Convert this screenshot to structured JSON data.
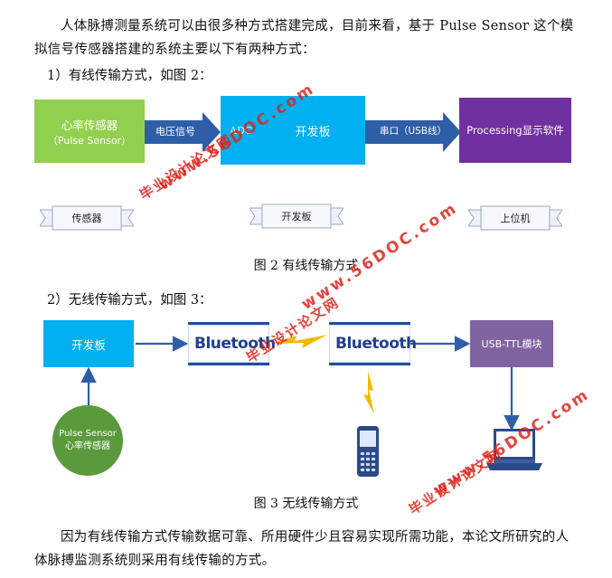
{
  "intro": "人体脉搏测量系统可以由很多种方式搭建完成，目前来看，基于 Pulse Sensor 这个模拟信号传感器搭建的系统主要以下有两种方式：",
  "section1": "1）有线传输方式，如图 2：",
  "fig2": {
    "sensor_line1": "心率传感器",
    "sensor_line2": "（Pulse Sensor）",
    "voltage_label": "电压信号",
    "adc_label": "ADC",
    "board_label": "开发板",
    "serial_label": "串口（USB线）",
    "software_label": "Processing显示软件",
    "scroll_sensor": "传感器",
    "scroll_board": "开发板",
    "scroll_host": "上位机",
    "caption": "图 2 有线传输方式"
  },
  "section2": "2）无线传输方式，如图 3：",
  "fig3": {
    "board_label": "开发板",
    "bluetooth_1": "Bluetooth",
    "bluetooth_2": "Bluetooth",
    "usb_ttl_label": "USB-TTL模块",
    "sensor_line1": "Pulse Sensor",
    "sensor_line2": "心率传感器",
    "caption": "图 3 无线传输方式"
  },
  "conclusion": "因为有线传输方式传输数据可靠、所用硬件少且容易实现所需功能，本论文所研究的人体脉搏监测系统则采用有线传输的方式。",
  "watermark": {
    "cn": "毕业设计论文网",
    "url": "www.56DOC.com"
  },
  "colors": {
    "green": "#92d050",
    "cyan": "#00b0f0",
    "blue_arrow": "#2e5ea8",
    "purple": "#7030a0",
    "dark_green": "#5a9a3c",
    "usb_purple": "#8064a2",
    "watermark": "#e0241b"
  }
}
